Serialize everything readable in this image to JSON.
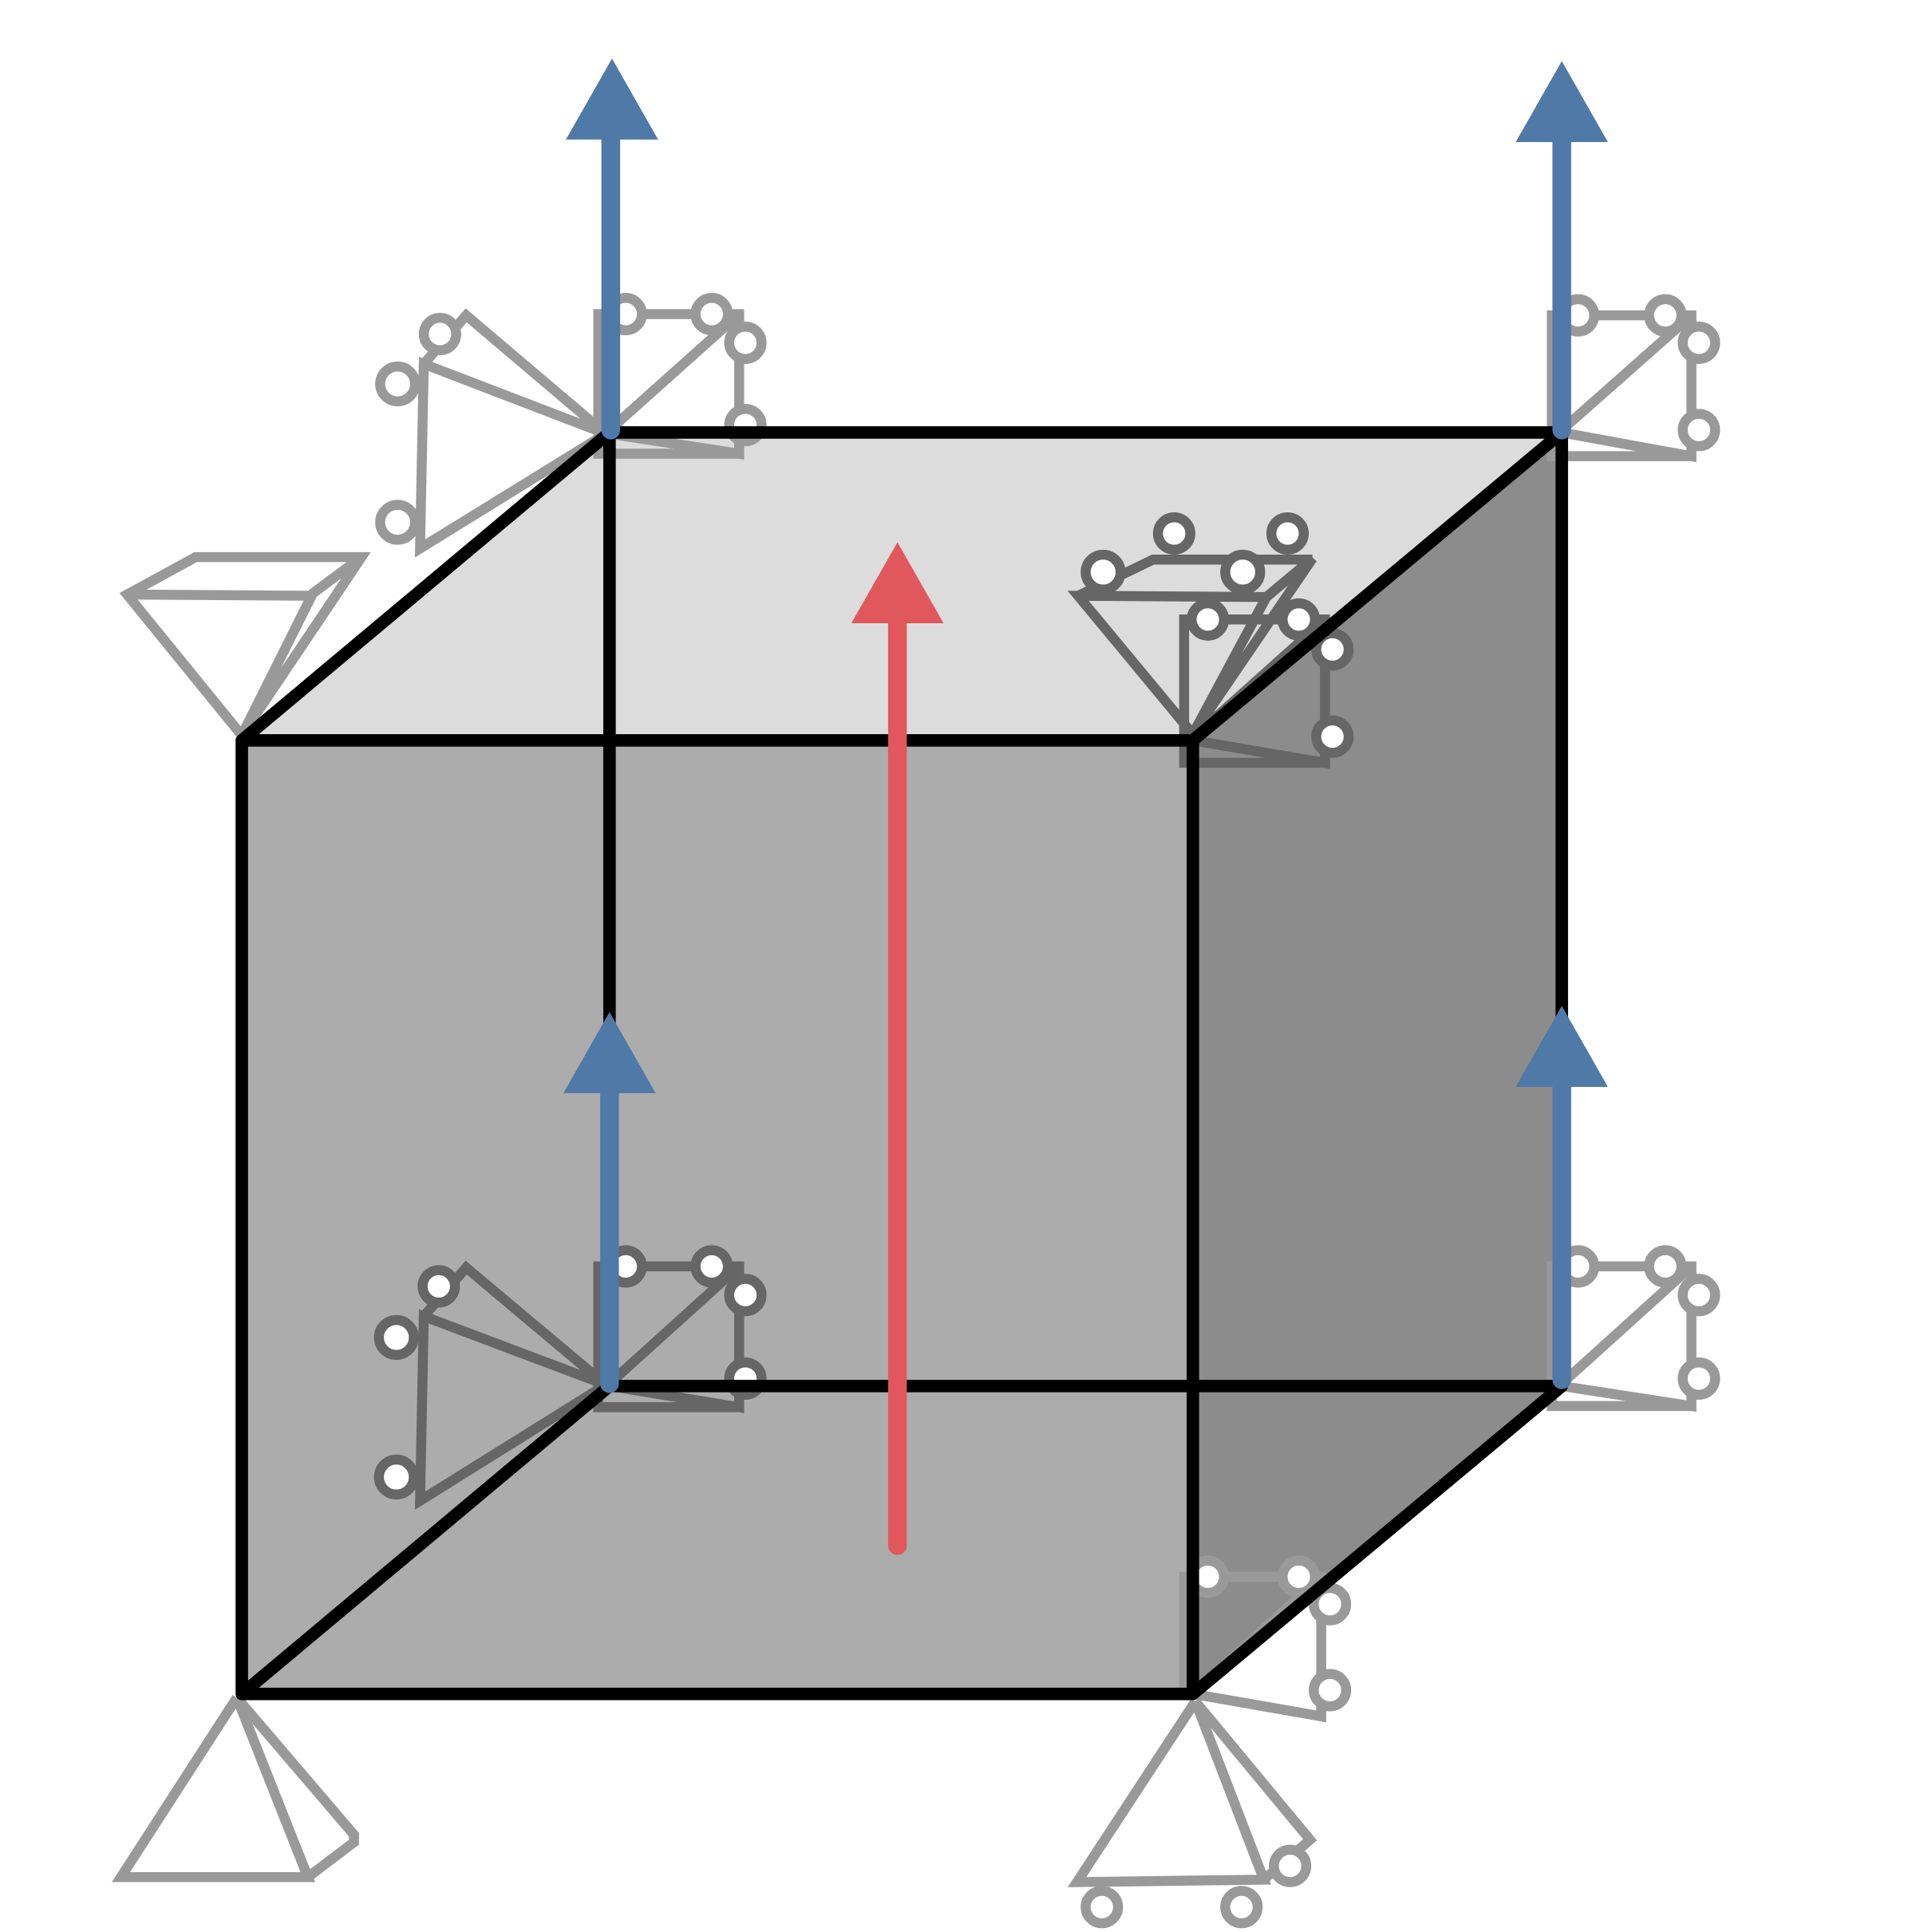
{
  "colors": {
    "background": "#ffffff",
    "top_face": "#dcdcdc",
    "front_face": "#acacac",
    "side_face": "#8c8c8c",
    "edges": "#000000",
    "support_light": "#999999",
    "support_dark": "#666666",
    "node_arrow": "#4f79a7",
    "resultant_arrow": "#e0585b"
  },
  "elements": {
    "cube": "cube",
    "node_arrows": [
      "up-arrow",
      "up-arrow",
      "up-arrow",
      "up-arrow"
    ],
    "resultant_arrow": "up-arrow",
    "supports": [
      "pin-support",
      "roller-support",
      "roller-support",
      "roller-support",
      "roller-support",
      "roller-support",
      "roller-support",
      "roller-support"
    ]
  }
}
